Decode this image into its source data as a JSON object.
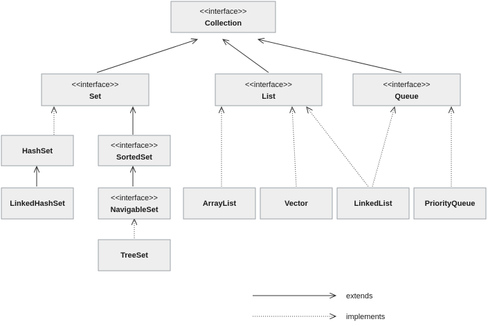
{
  "nodes": {
    "collection": {
      "stereotype": "<<interface>>",
      "name": "Collection"
    },
    "set": {
      "stereotype": "<<interface>>",
      "name": "Set"
    },
    "list": {
      "stereotype": "<<interface>>",
      "name": "List"
    },
    "queue": {
      "stereotype": "<<interface>>",
      "name": "Queue"
    },
    "hashset": {
      "name": "HashSet"
    },
    "sortedset": {
      "stereotype": "<<interface>>",
      "name": "SortedSet"
    },
    "linkedhashset": {
      "name": "LinkedHashSet"
    },
    "navigableset": {
      "stereotype": "<<interface>>",
      "name": "NavigableSet"
    },
    "treeset": {
      "name": "TreeSet"
    },
    "arraylist": {
      "name": "ArrayList"
    },
    "vector": {
      "name": "Vector"
    },
    "linkedlist": {
      "name": "LinkedList"
    },
    "priorityqueue": {
      "name": "PriorityQueue"
    }
  },
  "edges": [
    {
      "from": "set",
      "to": "collection",
      "kind": "extends"
    },
    {
      "from": "list",
      "to": "collection",
      "kind": "extends"
    },
    {
      "from": "queue",
      "to": "collection",
      "kind": "extends"
    },
    {
      "from": "hashset",
      "to": "set",
      "kind": "implements"
    },
    {
      "from": "sortedset",
      "to": "set",
      "kind": "extends"
    },
    {
      "from": "linkedhashset",
      "to": "hashset",
      "kind": "extends"
    },
    {
      "from": "navigableset",
      "to": "sortedset",
      "kind": "extends"
    },
    {
      "from": "treeset",
      "to": "navigableset",
      "kind": "implements"
    },
    {
      "from": "arraylist",
      "to": "list",
      "kind": "implements"
    },
    {
      "from": "vector",
      "to": "list",
      "kind": "implements"
    },
    {
      "from": "linkedlist",
      "to": "list",
      "kind": "implements"
    },
    {
      "from": "linkedlist",
      "to": "queue",
      "kind": "implements"
    },
    {
      "from": "priorityqueue",
      "to": "queue",
      "kind": "implements"
    }
  ],
  "legend": {
    "extends_label": "extends",
    "implements_label": "implements"
  }
}
